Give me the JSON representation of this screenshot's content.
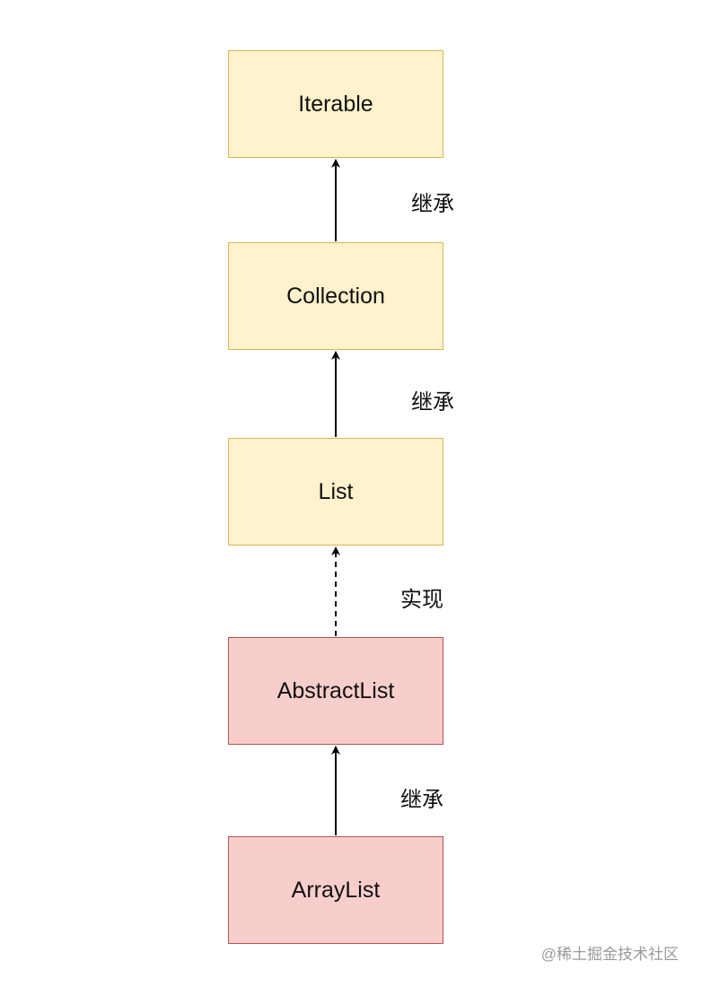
{
  "nodes": {
    "iterable": "Iterable",
    "collection": "Collection",
    "list": "List",
    "abstract_list": "AbstractList",
    "array_list": "ArrayList"
  },
  "edges": {
    "collection_to_iterable": "继承",
    "list_to_collection": "继承",
    "abstractlist_to_list": "实现",
    "arraylist_to_abstractlist": "继承"
  },
  "watermark": "@稀土掘金技术社区",
  "colors": {
    "interface_fill": "#fff2cc",
    "interface_stroke": "#d6b656",
    "class_fill": "#f8cecc",
    "class_stroke": "#b85450",
    "arrow": "#000000"
  }
}
